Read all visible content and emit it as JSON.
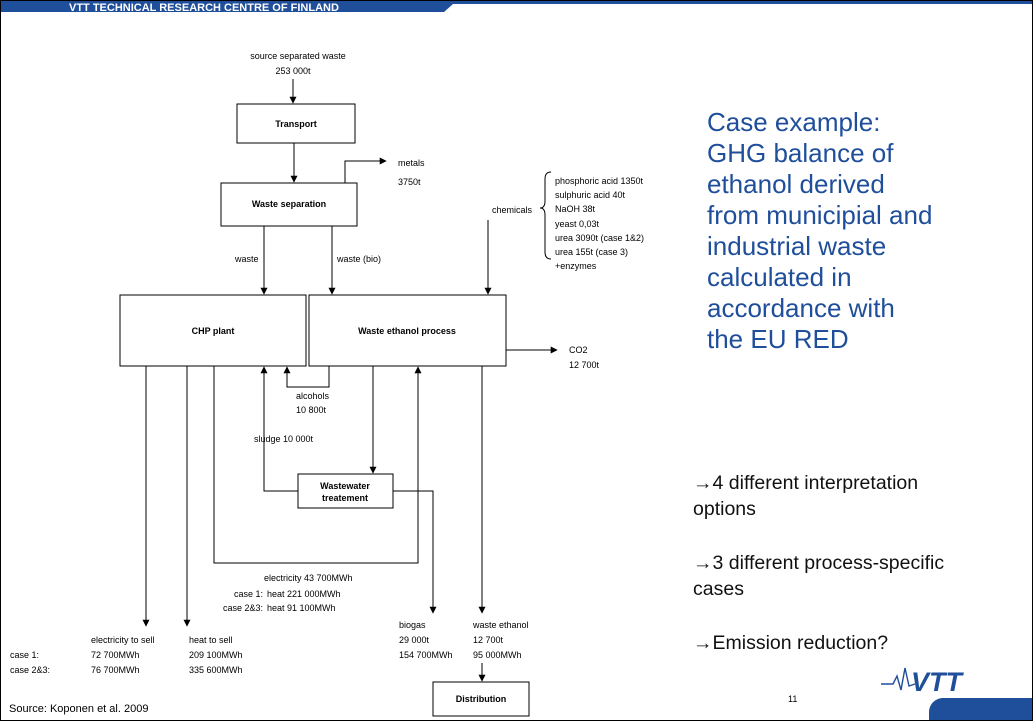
{
  "header": {
    "title": "VTT TECHNICAL RESEARCH CENTRE OF FINLAND"
  },
  "diagram": {
    "source_label": "source separated waste",
    "source_amount": "253 000t",
    "transport": "Transport",
    "waste_separation": "Waste separation",
    "metals_label": "metals",
    "metals_amount": "3750t",
    "waste": "waste",
    "waste_bio": "waste (bio)",
    "chemicals": "chemicals",
    "chemical_list": [
      "phosphoric acid 1350t",
      "sulphuric acid 40t",
      "NaOH 38t",
      "yeast 0,03t",
      "urea 3090t (case 1&2)",
      "urea 155t (case 3)",
      "+enzymes"
    ],
    "chp_plant": "CHP plant",
    "waste_ethanol_process": "Waste ethanol process",
    "co2_label": "CO2",
    "co2_amount": "12 700t",
    "alcohols_label": "alcohols",
    "alcohols_amount": "10 800t",
    "sludge": "sludge 10 000t",
    "wastewater_line1": "Wastewater",
    "wastewater_line2": "treatement",
    "elec_line": "electricity 43 700MWh",
    "heat_case1_label": "case 1:",
    "heat_case1_value": "heat 221 000MWh",
    "heat_case23_label": "case 2&3:",
    "heat_case23_value": "heat 91 100MWh",
    "elec_to_sell": "electricity to sell",
    "case1_label": "case 1:",
    "case23_label": "case 2&3:",
    "elec_case1": "72 700MWh",
    "elec_case23": "76 700MWh",
    "heat_to_sell": "heat to sell",
    "heat_case1": "209 100MWh",
    "heat_case23": "335 600MWh",
    "biogas_label": "biogas",
    "biogas_t": "29 000t",
    "biogas_mwh": "154 700MWh",
    "waste_ethanol_label": "waste ethanol",
    "waste_ethanol_t": "12 700t",
    "waste_ethanol_mwh": "95 000MWh",
    "distribution": "Distribution"
  },
  "case_title": [
    "Case example:",
    "GHG balance of",
    "ethanol derived",
    "from municipial and",
    "industrial waste",
    "calculated in",
    "accordance with",
    "the EU RED"
  ],
  "bullets": [
    {
      "line1": "→4 different interpretation",
      "line2": "options"
    },
    {
      "line1": "→3 different process-specific",
      "line2": "cases"
    },
    {
      "line1": "→Emission reduction?"
    }
  ],
  "source": "Source: Koponen et al. 2009",
  "page_number": "11",
  "logo": {
    "text": "VTT",
    "color": "#1f4e9a"
  },
  "colors": {
    "header_bg": "#1f4e9a",
    "title_text": "#1f4e9a",
    "header_text": "#ffffff"
  }
}
